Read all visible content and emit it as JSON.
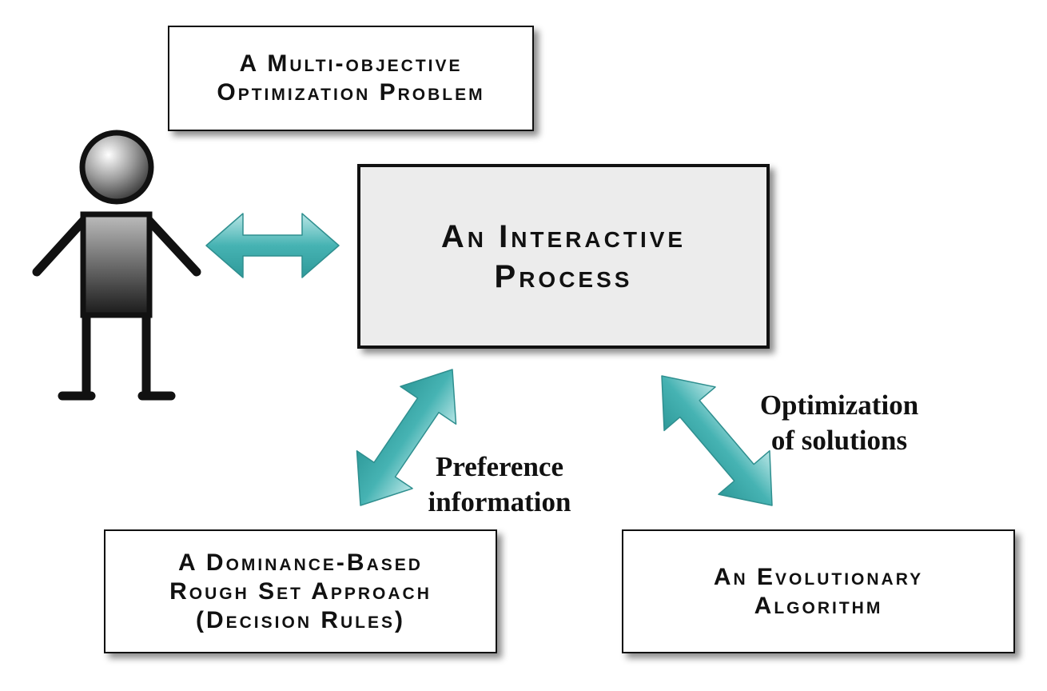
{
  "nodes": {
    "problem": {
      "lines": [
        "A Multi-objective",
        "Optimization Problem"
      ]
    },
    "interactive": {
      "lines": [
        "An Interactive",
        "Process"
      ]
    },
    "drsa": {
      "lines": [
        "A Dominance-Based",
        "Rough Set Approach",
        "(Decision Rules)"
      ]
    },
    "ea": {
      "lines": [
        "An Evolutionary",
        "Algorithm"
      ]
    }
  },
  "edges": {
    "preference": {
      "lines": [
        "Preference",
        "information"
      ]
    },
    "optimization": {
      "lines": [
        "Optimization",
        "of solutions"
      ]
    }
  },
  "colors": {
    "arrow_fill": "#46b3b3",
    "arrow_light": "#b9e6e6",
    "arrow_stroke": "#2f8f8f",
    "interactive_box_fill": "#ececec",
    "outline": "#111111"
  },
  "icons": {
    "person": "person-icon"
  }
}
